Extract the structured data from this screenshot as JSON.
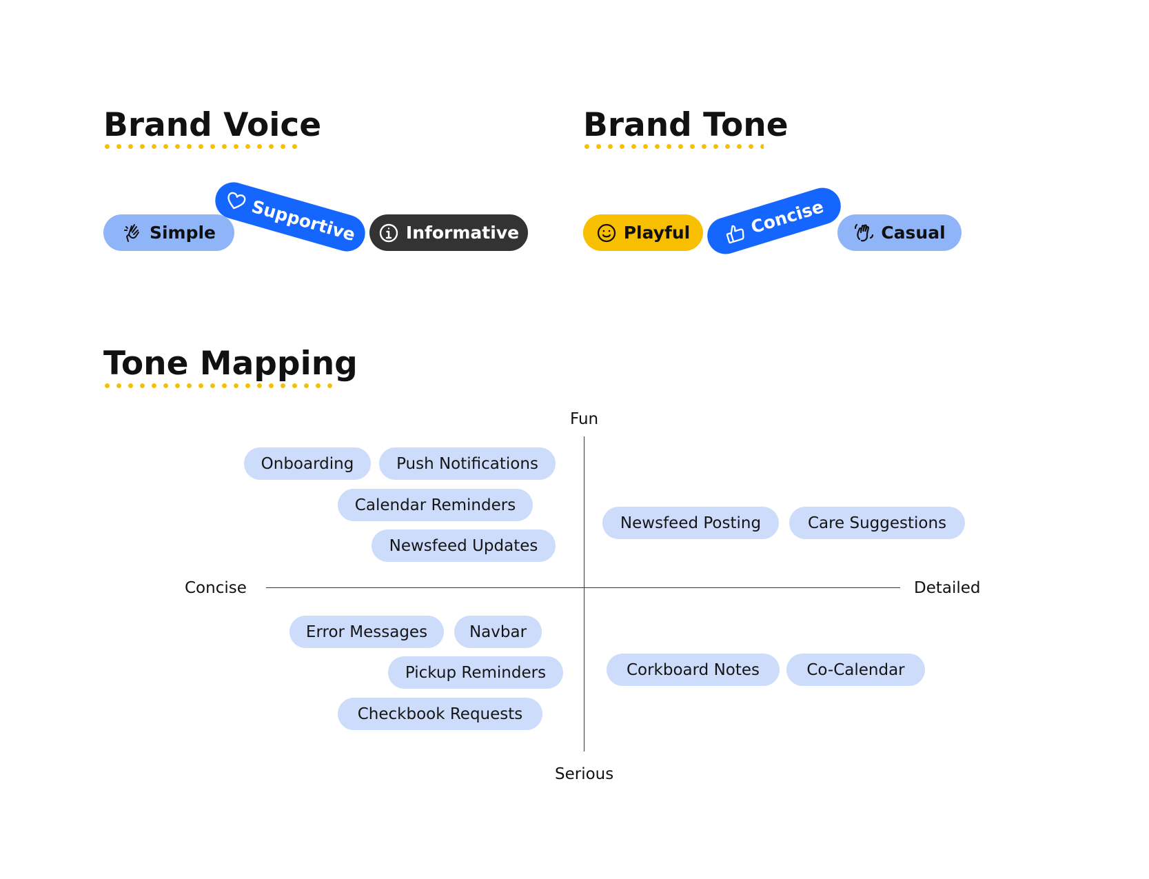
{
  "brand_voice": {
    "title": "Brand Voice",
    "chips": [
      {
        "label": "Simple",
        "icon": "hand-fingers-icon"
      },
      {
        "label": "Supportive",
        "icon": "heart-icon"
      },
      {
        "label": "Informative",
        "icon": "info-icon"
      }
    ]
  },
  "brand_tone": {
    "title": "Brand Tone",
    "chips": [
      {
        "label": "Playful",
        "icon": "smiley-icon"
      },
      {
        "label": "Concise",
        "icon": "thumbs-up-icon"
      },
      {
        "label": "Casual",
        "icon": "waving-hand-icon"
      }
    ]
  },
  "tone_mapping": {
    "title": "Tone Mapping",
    "axes": {
      "top": "Fun",
      "bottom": "Serious",
      "left": "Concise",
      "right": "Detailed"
    },
    "items": [
      "Onboarding",
      "Push Notifications",
      "Calendar Reminders",
      "Newsfeed Updates",
      "Newsfeed Posting",
      "Care Suggestions",
      "Error Messages",
      "Navbar",
      "Pickup Reminders",
      "Checkbook Requests",
      "Corkboard Notes",
      "Co-Calendar"
    ]
  },
  "colors": {
    "accent_yellow": "#f8be00",
    "blue": "#1466ff",
    "light_blue": "#8fb5f8",
    "tag_blue": "#cddcfb",
    "dark": "#333333"
  }
}
